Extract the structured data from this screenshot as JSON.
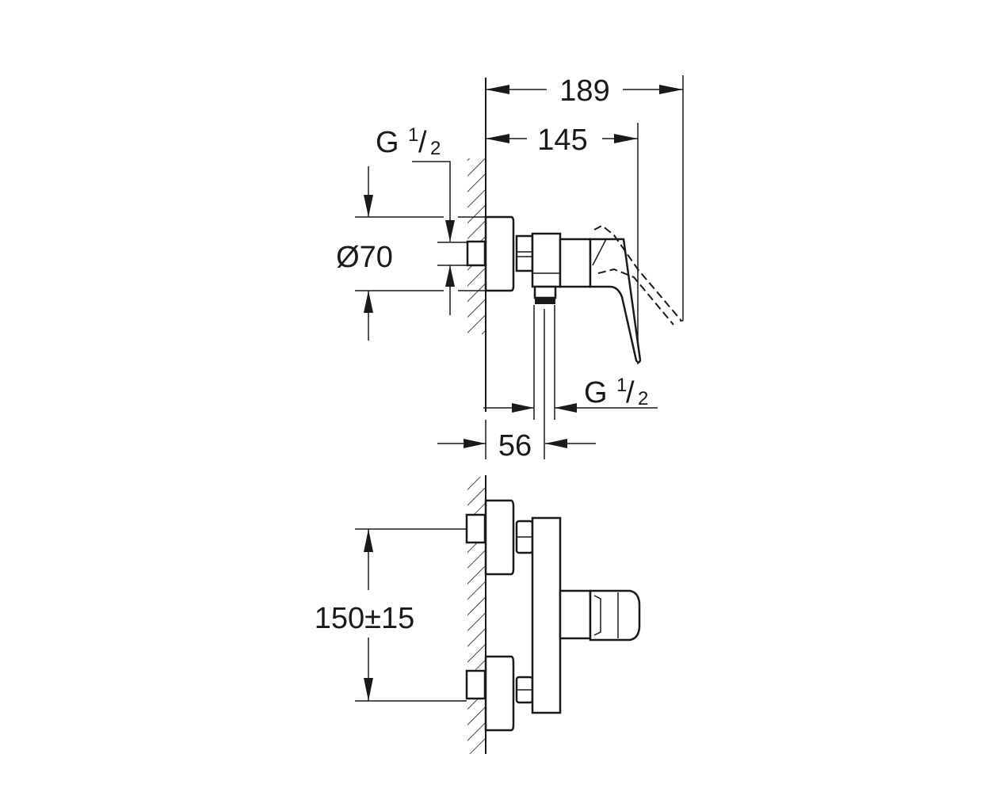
{
  "drawing": {
    "dim_overall_length": "189",
    "dim_handle_length": "145",
    "dim_outlet_offset": "56",
    "dim_rosette_diameter": "Ø70",
    "dim_inlet_spacing": "150±15",
    "thread_inlet": {
      "prefix": "G",
      "numerator": "1",
      "slash": "/",
      "denominator": "2"
    },
    "thread_outlet": {
      "prefix": "G",
      "numerator": "1",
      "slash": "/",
      "denominator": "2"
    }
  }
}
